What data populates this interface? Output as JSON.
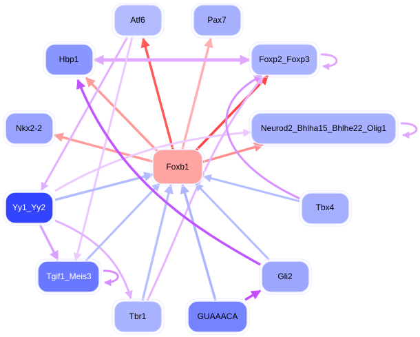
{
  "diagram": {
    "type": "directed-network",
    "nodes": [
      {
        "id": "Foxb1",
        "label": "Foxb1",
        "fill": "#ffa3a3",
        "text": "#000000"
      },
      {
        "id": "Atf6",
        "label": "Atf6",
        "fill": "#b3bbff",
        "text": "#000000"
      },
      {
        "id": "Pax7",
        "label": "Pax7",
        "fill": "#a6b0ff",
        "text": "#000000"
      },
      {
        "id": "Hbp1",
        "label": "Hbp1",
        "fill": "#8a96ff",
        "text": "#000000"
      },
      {
        "id": "Foxp2_Foxp3",
        "label": "Foxp2_Foxp3",
        "fill": "#aab3ff",
        "text": "#000000"
      },
      {
        "id": "Nkx2-2",
        "label": "Nkx2-2",
        "fill": "#98a3ff",
        "text": "#000000"
      },
      {
        "id": "Neurod2",
        "label": "Neurod2_Bhlha15_Bhlhe22_Olig1",
        "fill": "#a8b1ff",
        "text": "#000000"
      },
      {
        "id": "Yy1_Yy2",
        "label": "Yy1_Yy2",
        "fill": "#3344ff",
        "text": "#ffffff"
      },
      {
        "id": "Tbx4",
        "label": "Tbx4",
        "fill": "#a5aeff",
        "text": "#000000"
      },
      {
        "id": "Tgif1_Meis3",
        "label": "Tgif1_Meis3",
        "fill": "#6a78ff",
        "text": "#ffffff"
      },
      {
        "id": "Gli2",
        "label": "Gli2",
        "fill": "#9ca6ff",
        "text": "#000000"
      },
      {
        "id": "Tbr1",
        "label": "Tbr1",
        "fill": "#a9b2ff",
        "text": "#000000"
      },
      {
        "id": "GUAAACA",
        "label": "GUAAACA",
        "fill": "#7583ff",
        "text": "#000000"
      }
    ],
    "edges": [
      {
        "from": "Foxb1",
        "to": "Atf6",
        "color": "#ff5a5a",
        "style": "solid"
      },
      {
        "from": "Foxb1",
        "to": "Pax7",
        "color": "#ffb0b0",
        "style": "solid"
      },
      {
        "from": "Foxb1",
        "to": "Hbp1",
        "color": "#ff9a9a",
        "style": "solid"
      },
      {
        "from": "Foxb1",
        "to": "Nkx2-2",
        "color": "#ff9d9d",
        "style": "solid"
      },
      {
        "from": "Foxb1",
        "to": "Foxp2_Foxp3",
        "color": "#ff4444",
        "style": "solid"
      },
      {
        "from": "Foxb1",
        "to": "Neurod2",
        "color": "#ff8c8c",
        "style": "solid"
      },
      {
        "from": "Hbp1",
        "to": "Foxp2_Foxp3",
        "color": "#e1a8ff",
        "style": "bidirectional"
      },
      {
        "from": "Foxp2_Foxp3",
        "to": "Foxp2_Foxp3",
        "color": "#e0a5ff",
        "style": "self-loop"
      },
      {
        "from": "Neurod2",
        "to": "Neurod2",
        "color": "#e0a5ff",
        "style": "self-loop"
      },
      {
        "from": "Tgif1_Meis3",
        "to": "Tgif1_Meis3",
        "color": "#d78cff",
        "style": "self-loop"
      },
      {
        "from": "Atf6",
        "to": "Yy1_Yy2",
        "color": "#e2b0ff",
        "style": "solid"
      },
      {
        "from": "Atf6",
        "to": "Tgif1_Meis3",
        "color": "#ecc8ff",
        "style": "solid"
      },
      {
        "from": "Yy1_Yy2",
        "to": "Foxb1",
        "color": "#b3bcff",
        "style": "solid"
      },
      {
        "from": "Yy1_Yy2",
        "to": "Neurod2",
        "color": "#edc9ff",
        "style": "curved"
      },
      {
        "from": "Yy1_Yy2",
        "to": "Tgif1_Meis3",
        "color": "#dca2ff",
        "style": "solid"
      },
      {
        "from": "Yy1_Yy2",
        "to": "Tbr1",
        "color": "#e2b0ff",
        "style": "curved"
      },
      {
        "from": "Tgif1_Meis3",
        "to": "Foxb1",
        "color": "#b3bcff",
        "style": "solid"
      },
      {
        "from": "Tbr1",
        "to": "Foxb1",
        "color": "#b8c0ff",
        "style": "solid"
      },
      {
        "from": "Tbr1",
        "to": "Foxp2_Foxp3",
        "color": "#e5b6ff",
        "style": "solid"
      },
      {
        "from": "GUAAACA",
        "to": "Foxb1",
        "color": "#adb6ff",
        "style": "solid"
      },
      {
        "from": "GUAAACA",
        "to": "Gli2",
        "color": "#c54bff",
        "style": "solid"
      },
      {
        "from": "Gli2",
        "to": "Foxb1",
        "color": "#b3bcff",
        "style": "solid"
      },
      {
        "from": "Gli2",
        "to": "Hbp1",
        "color": "#c054ff",
        "style": "curved"
      },
      {
        "from": "Tbx4",
        "to": "Foxb1",
        "color": "#b3bcff",
        "style": "solid"
      },
      {
        "from": "Tbx4",
        "to": "Foxp2_Foxp3",
        "color": "#d890ff",
        "style": "curved"
      }
    ]
  }
}
